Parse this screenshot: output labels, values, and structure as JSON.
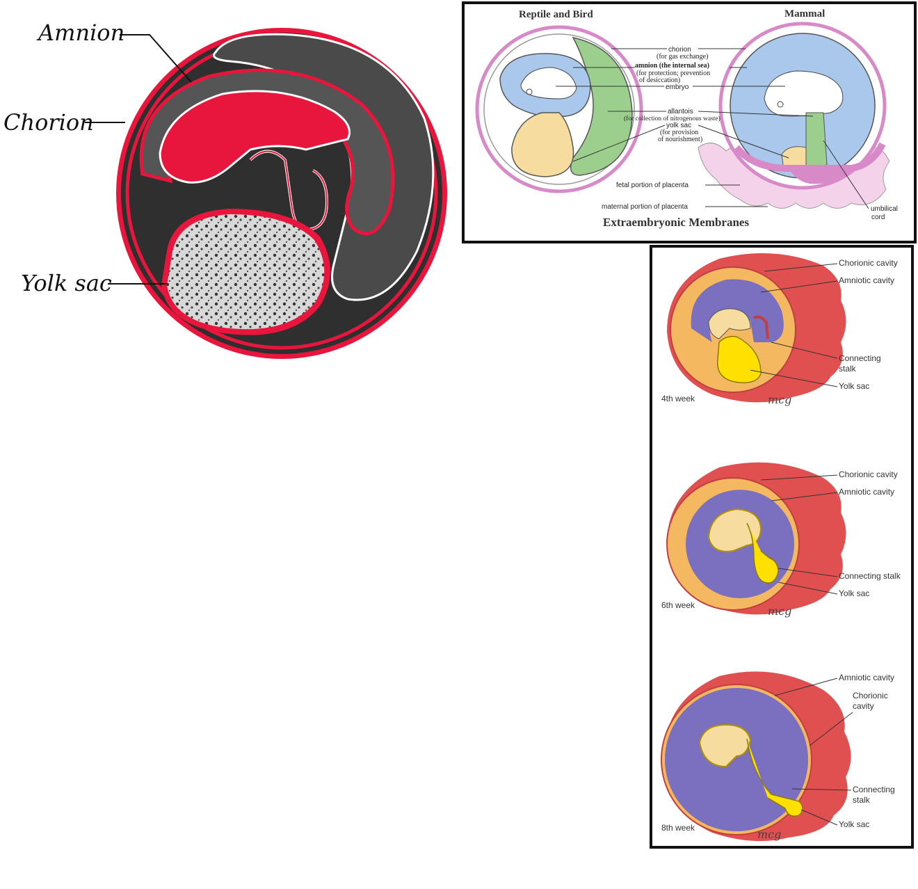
{
  "panel1": {
    "labels": {
      "amnion": "Amnion",
      "chorion": "Chorion",
      "yolk_sac": "Yolk sac"
    }
  },
  "panel2": {
    "heading_left": "Reptile and Bird",
    "heading_right": "Mammal",
    "title": "Extraembryonic Membranes",
    "labels": {
      "chorion": "chorion",
      "chorion_note": "(for gas exchange)",
      "amnion": "amnion (the internal sea)",
      "amnion_note1": "(for protection; prevention",
      "amnion_note2": "of desiccation)",
      "embryo": "embryo",
      "allantois": "allantois",
      "allantois_note": "(for collection of nitrogenous waste)",
      "yolk_sac": "yolk sac",
      "yolk_note1": "(for provision",
      "yolk_note2": "of nourishment)",
      "fetal": "fetal portion of placenta",
      "maternal": "maternal portion of placenta",
      "umbilical1": "umbilical",
      "umbilical2": "cord"
    }
  },
  "panel3": {
    "stages": [
      {
        "week": "4th week",
        "labels": [
          "Chorionic cavity",
          "Amniotic cavity",
          "Connecting",
          "stalk",
          "Yolk sac"
        ],
        "signature": "mcg"
      },
      {
        "week": "6th week",
        "labels": [
          "Chorionic cavity",
          "Amniotic cavity",
          "Connecting stalk",
          "Yolk sac"
        ],
        "signature": "mcg"
      },
      {
        "week": "8th week",
        "labels": [
          "Amniotic cavity",
          "Chorionic",
          "cavity",
          "Connecting",
          "stalk",
          "Yolk sac"
        ],
        "signature": "mcg"
      }
    ]
  },
  "colors": {
    "chorion_red": "#e8163c",
    "dark_bg": "#3a3a3a",
    "amnion_blue": "#a9c8ec",
    "yolk_tan": "#f7dca0",
    "allantois_green": "#9ccf8e",
    "membrane_pink": "#d88ac8",
    "chorionic_orange": "#f4b860",
    "amniotic_purple": "#7b6fc0",
    "yolk_yellow": "#ffe000",
    "decidua_red": "#e05050"
  }
}
